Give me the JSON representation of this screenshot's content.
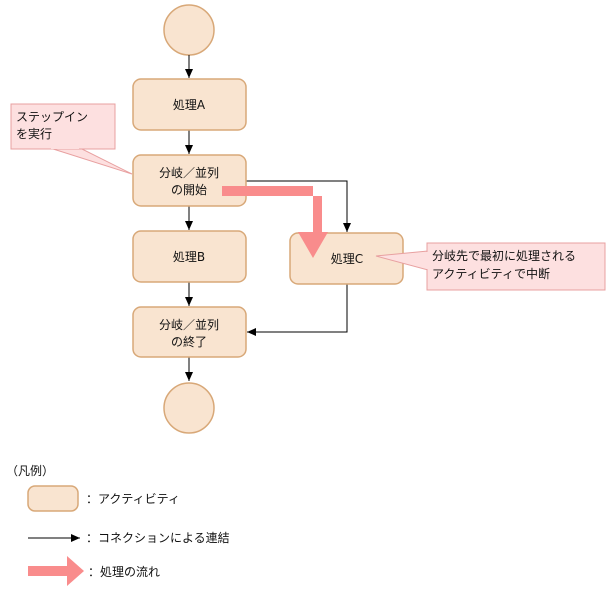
{
  "diagram": {
    "nodes": {
      "process_a": "処理A",
      "branch_start": [
        "分岐／並列",
        "の開始"
      ],
      "process_b": "処理B",
      "process_c": "処理C",
      "branch_end": [
        "分岐／並列",
        "の終了"
      ]
    },
    "notes": {
      "step_in": [
        "ステップイン",
        "を実行"
      ],
      "breakpoint": [
        "分岐先で最初に処理される",
        "アクティビティで中断"
      ]
    }
  },
  "legend": {
    "title": "（凡例）",
    "activity": "：アクティビティ",
    "connection": "：コネクションによる連結",
    "flow": "：処理の流れ"
  },
  "colors": {
    "activity_fill": "#f9e4d0",
    "activity_stroke": "#d8a878",
    "note_fill": "#fde0e0",
    "note_stroke": "#e8a0a0",
    "flow_arrow": "#f98c8c",
    "line": "#000000"
  }
}
